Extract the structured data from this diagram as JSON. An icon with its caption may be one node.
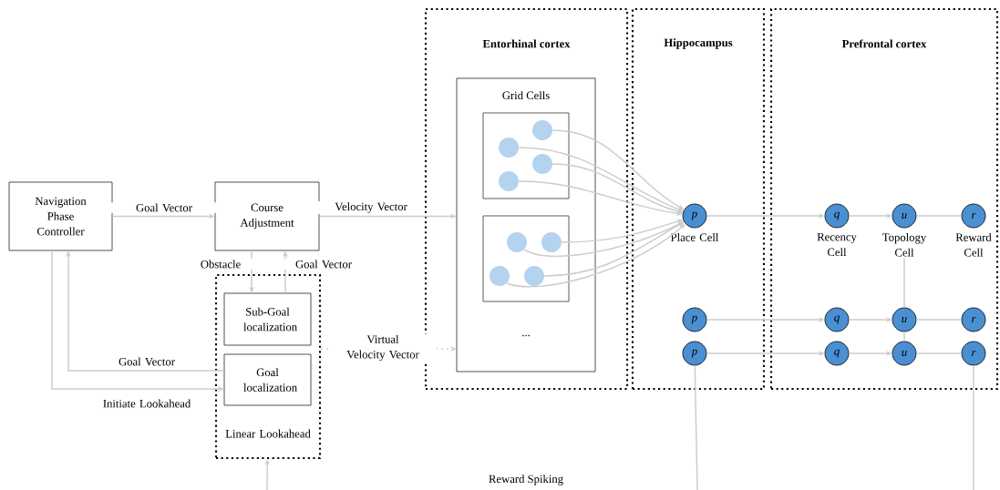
{
  "diagram": {
    "nodes": [
      {
        "text": [
          "Navigation Phase Controller"
        ]
      },
      {
        "text": [
          "Course Adjustment"
        ]
      },
      {
        "text": [
          "Linear Lookahead"
        ]
      },
      {
        "text": [
          "Sub-Goal localization"
        ],
        "in": 2
      },
      {
        "text": [
          "Goal localization"
        ],
        "in": 2
      },
      {
        "text": [
          "Entorhinal cortex"
        ]
      },
      {
        "text": [
          "Hippocampus"
        ]
      },
      {
        "text": [
          "Prefrontal cortex"
        ]
      },
      {
        "text": [
          "Grid Cells",
          "..."
        ],
        "in": 5
      },
      {
        "text": [],
        "shape": "box",
        "in": 8
      },
      {
        "text": [],
        "shape": "box",
        "in": 8
      },
      {
        "text": [],
        "shape": "circle",
        "in": 9
      },
      {
        "text": [],
        "shape": "circle",
        "in": 9
      },
      {
        "text": [],
        "shape": "circle",
        "in": 9
      },
      {
        "text": [],
        "shape": "circle",
        "in": 9
      },
      {
        "text": [],
        "shape": "circle",
        "in": 10
      },
      {
        "text": [],
        "shape": "circle",
        "in": 10
      },
      {
        "text": [],
        "shape": "circle",
        "in": 10
      },
      {
        "text": [],
        "shape": "circle",
        "in": 10
      },
      {
        "text": [
          "p"
        ],
        "beside": [
          "Place Cell"
        ],
        "in": 6
      },
      {
        "text": [
          "q"
        ],
        "beside": [
          "Recency Cell"
        ],
        "in": 7
      },
      {
        "text": [
          "u"
        ],
        "beside": [
          "Topology Cell"
        ],
        "in": 7
      },
      {
        "text": [
          "r"
        ],
        "beside": [
          "Reward Cell"
        ],
        "in": 7
      },
      {
        "text": [
          "p"
        ],
        "in": 6
      },
      {
        "text": [
          "q"
        ],
        "in": 7
      },
      {
        "text": [
          "u"
        ],
        "in": 7
      },
      {
        "text": [
          "r"
        ],
        "in": 7
      },
      {
        "text": [
          "p"
        ],
        "in": 6
      },
      {
        "text": [
          "q"
        ],
        "in": 7
      },
      {
        "text": [
          "u"
        ],
        "in": 7
      },
      {
        "text": [
          "r"
        ],
        "in": 7
      }
    ],
    "edges": [
      {
        "from": 0,
        "to": 1,
        "arrow": "to",
        "label": "Goal Vector"
      },
      {
        "from": 1,
        "to": 8,
        "arrow": "to",
        "label": "Velocity Vector"
      },
      {
        "from": 1,
        "to": 3,
        "arrow": "to",
        "label": "Obstacle"
      },
      {
        "from": 3,
        "to": 1,
        "arrow": "to",
        "label": "Goal Vector"
      },
      {
        "from": 4,
        "to": 0,
        "arrow": "to",
        "label": "Goal Vector"
      },
      {
        "from": 0,
        "to": 4,
        "arrow": "to",
        "label": "Initiate Lookahead"
      },
      {
        "from": 2,
        "to": 8,
        "arrow": "to",
        "label": "Virtual Velocity Vector",
        "style": "dashed"
      },
      {
        "from": null,
        "to": 2,
        "arrow": "to"
      },
      {
        "from": 11,
        "to": 19,
        "arrow": "to"
      },
      {
        "from": 12,
        "to": 19,
        "arrow": "to"
      },
      {
        "from": 13,
        "to": 19,
        "arrow": "to"
      },
      {
        "from": 14,
        "to": 19,
        "arrow": "to"
      },
      {
        "from": 15,
        "to": 19,
        "arrow": "to"
      },
      {
        "from": 16,
        "to": 19,
        "arrow": "to"
      },
      {
        "from": 17,
        "to": 19,
        "arrow": "to"
      },
      {
        "from": 18,
        "to": 19,
        "arrow": "to"
      },
      {
        "from": 19,
        "to": 20,
        "arrow": "to"
      },
      {
        "from": 20,
        "to": 21,
        "arrow": "to"
      },
      {
        "from": 21,
        "to": 22,
        "arrow": "none"
      },
      {
        "from": 23,
        "to": 24,
        "arrow": "to"
      },
      {
        "from": 24,
        "to": 25,
        "arrow": "to"
      },
      {
        "from": 25,
        "to": 26,
        "arrow": "none"
      },
      {
        "from": 27,
        "to": 28,
        "arrow": "to"
      },
      {
        "from": 28,
        "to": 29,
        "arrow": "to"
      },
      {
        "from": 29,
        "to": 30,
        "arrow": "none"
      },
      {
        "from": 21,
        "to": 25,
        "arrow": "none"
      },
      {
        "from": 25,
        "to": 29,
        "arrow": "none"
      },
      {
        "from": 27,
        "to": null,
        "arrow": "none"
      },
      {
        "from": 30,
        "to": null,
        "arrow": "none"
      }
    ],
    "labels": [
      "Reward Spiking"
    ]
  }
}
